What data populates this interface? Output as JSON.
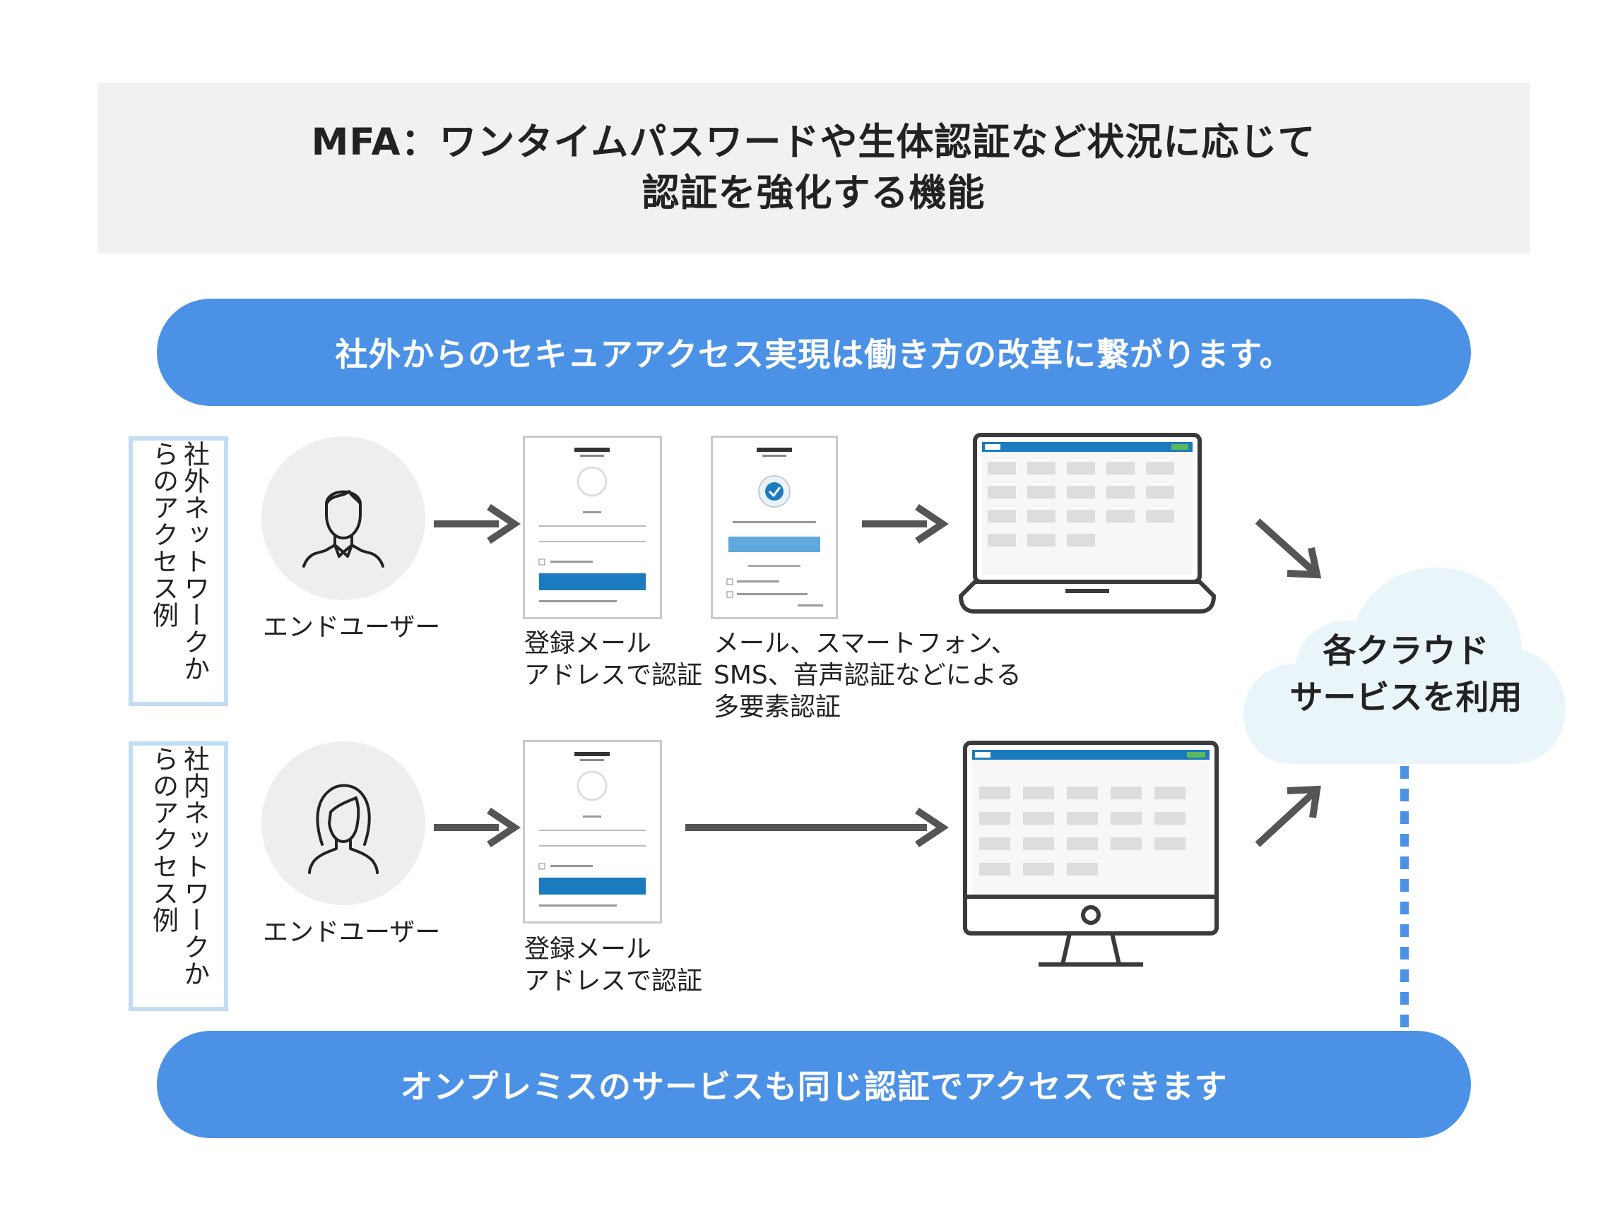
{
  "title": {
    "line1": "MFA：ワンタイムパスワードや生体認証など状況に応じて",
    "line2": "認証を強化する機能"
  },
  "top_banner": "社外からのセキュアアクセス実現は働き方の改革に繋がります。",
  "bottom_banner": "オンプレミスのサービスも同じ認証でアクセスできます",
  "rows": [
    {
      "side_label": "社外ネットワークからのアクセス例",
      "user_label": "エンドユーザー",
      "step1_label": [
        "登録メール",
        "アドレスで認証"
      ],
      "step2_label": [
        "メール、スマートフォン、",
        "SMS、音声認証などによる",
        "多要素認証"
      ],
      "device": "laptop"
    },
    {
      "side_label": "社内ネットワークからのアクセス例",
      "user_label": "エンドユーザー",
      "step1_label": [
        "登録メール",
        "アドレスで認証"
      ],
      "device": "desktop"
    }
  ],
  "cloud": {
    "line1": "各クラウド",
    "line2": "サービスを利用"
  },
  "colors": {
    "accent": "#4b91e6",
    "title_bg": "#f1f1f1",
    "side_border": "#c3dcf5",
    "cloud_fill": "#eaf5fa",
    "arrow": "#555555",
    "dotted_line": "#4b91e6"
  },
  "icons": [
    "male-user-icon",
    "female-user-icon",
    "login-screen-icon",
    "mfa-screen-icon",
    "laptop-icon",
    "desktop-monitor-icon",
    "cloud-icon",
    "arrow-right-icon"
  ]
}
